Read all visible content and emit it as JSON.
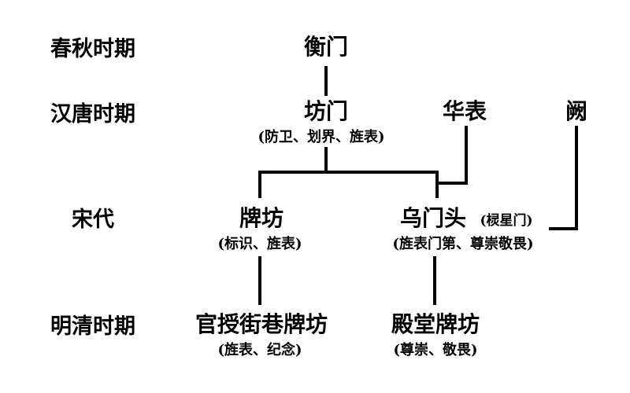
{
  "eras": [
    "春秋时期",
    "汉唐时期",
    "宋代",
    "明清时期"
  ],
  "nodes": {
    "hengmen": {
      "label": "衡门"
    },
    "fangmen": {
      "label": "坊门",
      "note": "(防卫、划界、旌表)"
    },
    "huabiao": {
      "label": "华表"
    },
    "que": {
      "label": "阙"
    },
    "paifang": {
      "label": "牌坊",
      "note": "(标识、旌表)"
    },
    "wumentou": {
      "label": "乌门头",
      "alias": "(棂星门)",
      "note": "(旌表门第、尊崇敬畏)"
    },
    "guanshou": {
      "label": "官授街巷牌坊",
      "note": "(旌表、纪念)"
    },
    "diantang": {
      "label": "殿堂牌坊",
      "note": "(尊崇、敬畏)"
    }
  },
  "line_color": "#000000"
}
